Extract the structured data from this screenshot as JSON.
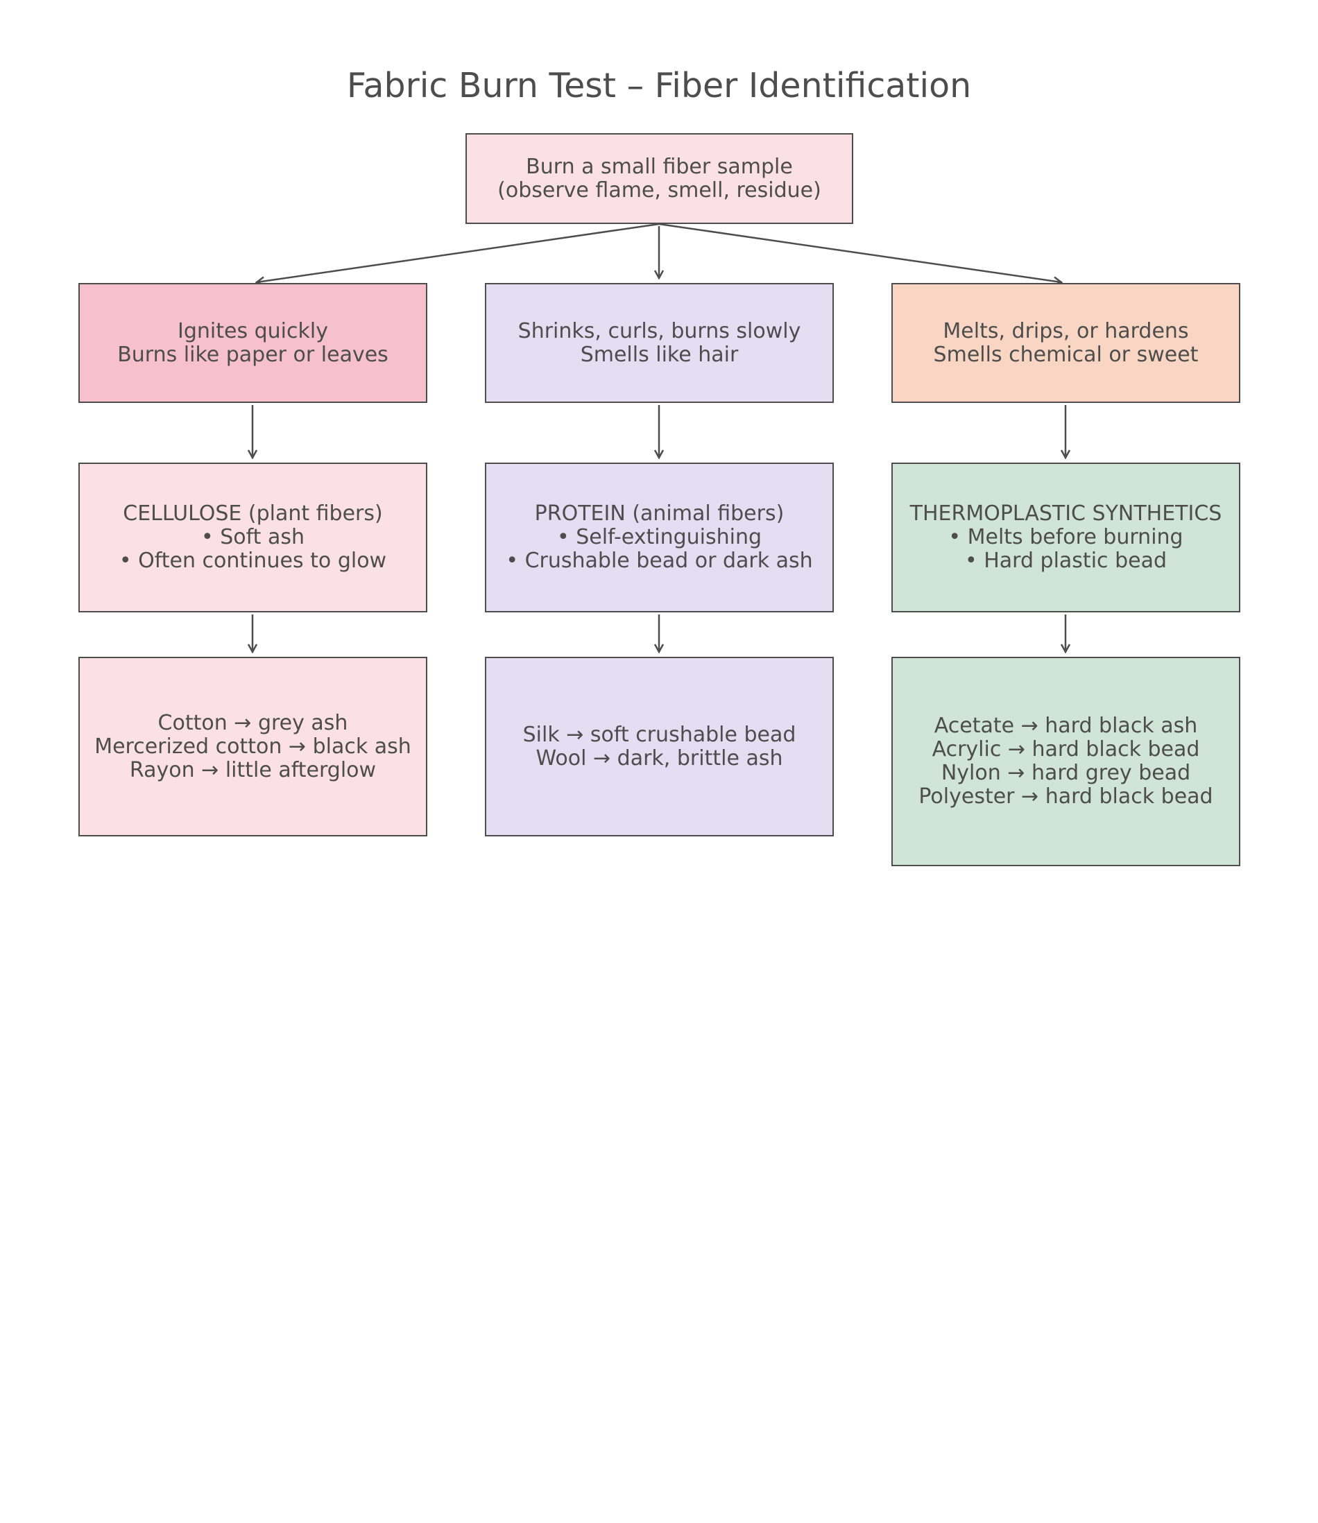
{
  "title": "Fabric Burn Test – Fiber Identification",
  "colors": {
    "stroke": "#4d4d4d",
    "text": "#4d4d4d",
    "light_pink": "#fbe1e6",
    "pink": "#f6c0cd",
    "lavender": "#e5ddf1",
    "peach": "#f9d6c3",
    "mint": "#d0e4d8"
  },
  "root": {
    "lines": [
      "Burn a small fiber sample",
      "(observe flame, smell, residue)"
    ]
  },
  "columns": [
    {
      "observation": [
        "Ignites quickly",
        "Burns like paper or leaves"
      ],
      "category": [
        "CELLULOSE (plant fibers)",
        "• Soft ash",
        "• Often continues to glow"
      ],
      "examples": [
        "Cotton → grey ash",
        "Mercerized cotton → black ash",
        "Rayon → little afterglow"
      ]
    },
    {
      "observation": [
        "Shrinks, curls, burns slowly",
        "Smells like hair"
      ],
      "category": [
        "PROTEIN (animal fibers)",
        "• Self-extinguishing",
        "• Crushable bead or dark ash"
      ],
      "examples": [
        "Silk → soft crushable bead",
        "Wool → dark, brittle ash"
      ]
    },
    {
      "observation": [
        "Melts, drips, or hardens",
        "Smells chemical or sweet"
      ],
      "category": [
        "THERMOPLASTIC SYNTHETICS",
        "• Melts before burning",
        "• Hard plastic bead"
      ],
      "examples": [
        "Acetate → hard black ash",
        "Acrylic → hard black bead",
        "Nylon → hard grey bead",
        "Polyester → hard black bead"
      ]
    }
  ]
}
